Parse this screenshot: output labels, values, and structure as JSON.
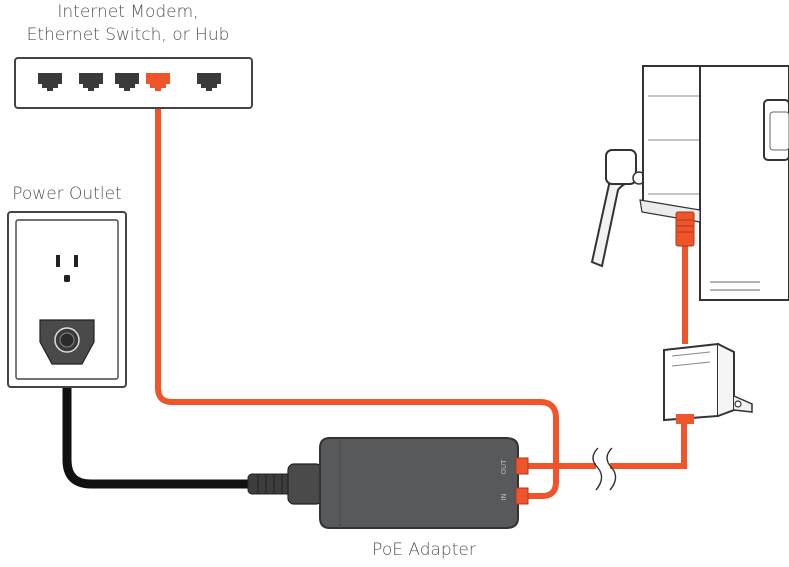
{
  "labels": {
    "modem_line1": "Internet Modem,",
    "modem_line2": "Ethernet Switch, or Hub",
    "power_outlet": "Power Outlet",
    "poe_adapter": "PoE Adapter",
    "port_out": "OUT",
    "port_in": "IN"
  },
  "colors": {
    "ethernet_cable": "#f0542b",
    "power_cable": "#111111",
    "adapter_body": "#58595b",
    "outline": "#333333",
    "camera_body": "#ffffff"
  },
  "icons": {
    "modem": "network-switch-icon",
    "outlet": "power-outlet-icon",
    "adapter": "poe-adapter-icon",
    "camera": "security-camera-icon",
    "connector": "weatherproof-connector-icon"
  }
}
